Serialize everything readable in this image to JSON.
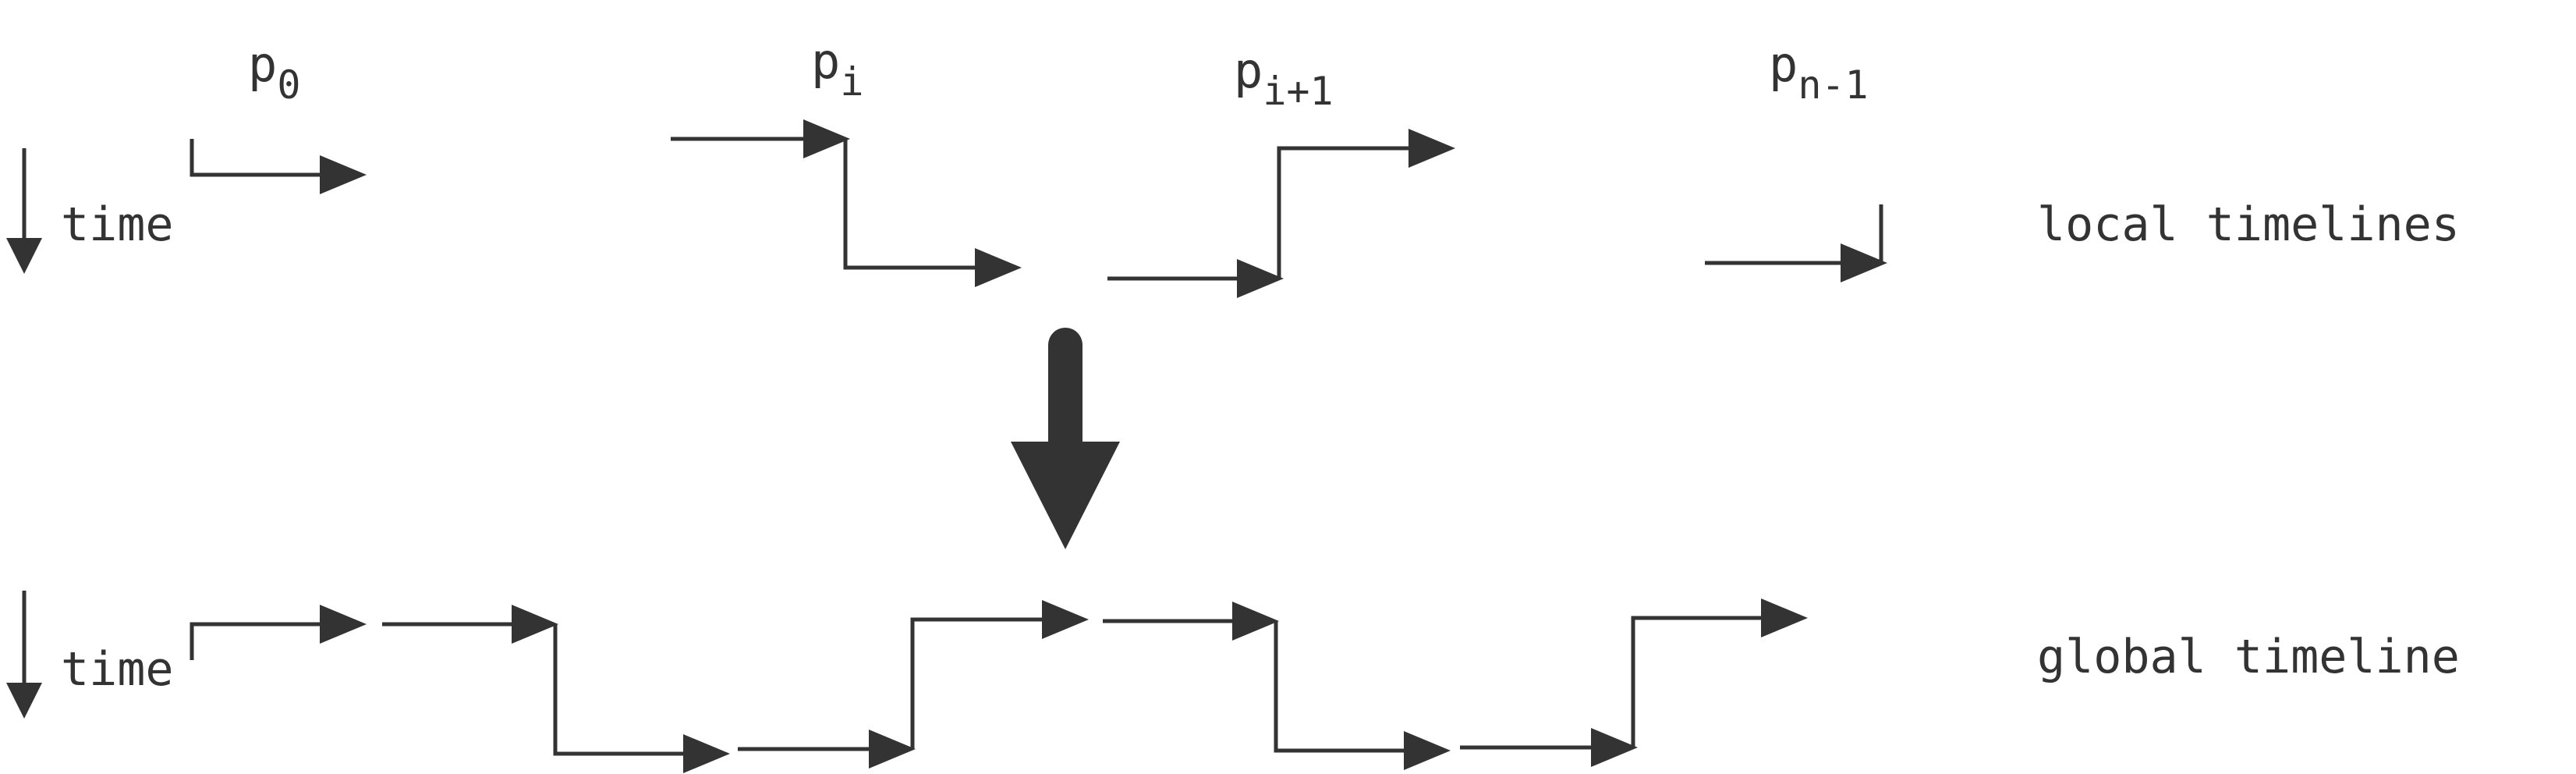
{
  "processes": [
    {
      "name": "p",
      "sub": "0"
    },
    {
      "name": "p",
      "sub": "i"
    },
    {
      "name": "p",
      "sub": "i+1"
    },
    {
      "name": "p",
      "sub": "n-1"
    }
  ],
  "time_axis_label": "time",
  "local_label": "local timelines",
  "global_label": "global timeline",
  "stroke_color": "#333333"
}
